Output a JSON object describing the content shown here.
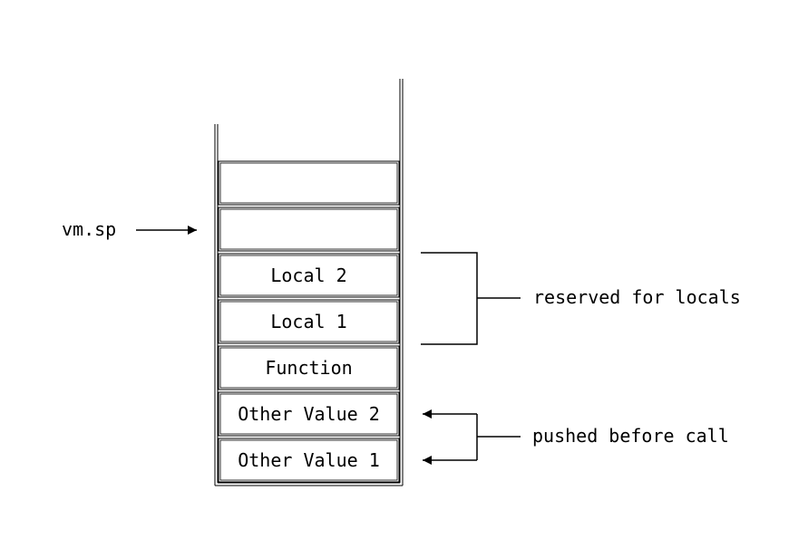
{
  "pointer": {
    "label": "vm.sp"
  },
  "stack": {
    "slots": [
      {
        "label": ""
      },
      {
        "label": ""
      },
      {
        "label": "Local 2"
      },
      {
        "label": "Local 1"
      },
      {
        "label": "Function"
      },
      {
        "label": "Other Value 2"
      },
      {
        "label": "Other Value 1"
      }
    ]
  },
  "annotations": {
    "locals": "reserved for locals",
    "pushed": "pushed before call"
  }
}
